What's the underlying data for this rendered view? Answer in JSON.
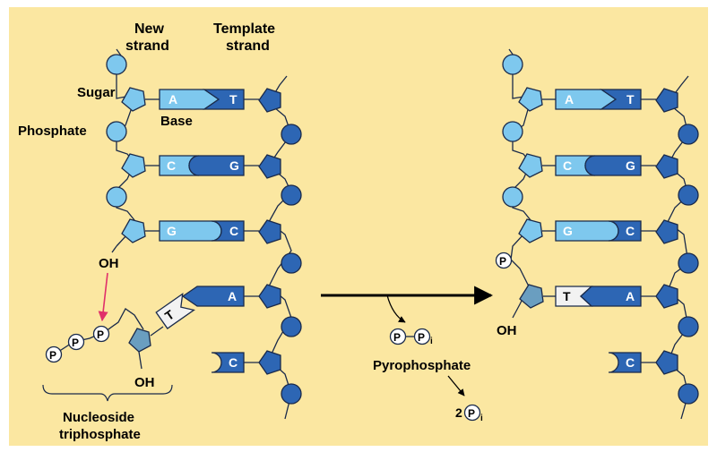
{
  "labels": {
    "new_strand_1": "New",
    "new_strand_2": "strand",
    "template_strand_1": "Template",
    "template_strand_2": "strand",
    "sugar": "Sugar",
    "phosphate": "Phosphate",
    "base": "Base",
    "oh": "OH",
    "oh2": "OH",
    "oh3": "OH",
    "nucleoside_1": "Nucleoside",
    "nucleoside_2": "triphosphate",
    "pyrophosphate": "Pyrophosphate",
    "p": "P",
    "pi_sub": "i",
    "two": "2"
  },
  "left_pairs": [
    {
      "new": "A",
      "template": "T"
    },
    {
      "new": "C",
      "template": "G"
    },
    {
      "new": "G",
      "template": "C"
    }
  ],
  "left_incoming": {
    "new": "T",
    "template": "A"
  },
  "left_unpaired_template": "C",
  "right_pairs": [
    {
      "new": "A",
      "template": "T"
    },
    {
      "new": "C",
      "template": "G"
    },
    {
      "new": "G",
      "template": "C"
    },
    {
      "new": "T",
      "template": "A"
    }
  ],
  "right_unpaired_template": "C",
  "colors": {
    "background": "#fbe7a1",
    "light_blue": "#7ec8ee",
    "dark_blue": "#2d66b4",
    "new_sugar_added": "#6a9ec0",
    "incoming_base": "#f2f2f2",
    "arrow_red": "#e0306a",
    "stroke": "#1a2a4a"
  }
}
